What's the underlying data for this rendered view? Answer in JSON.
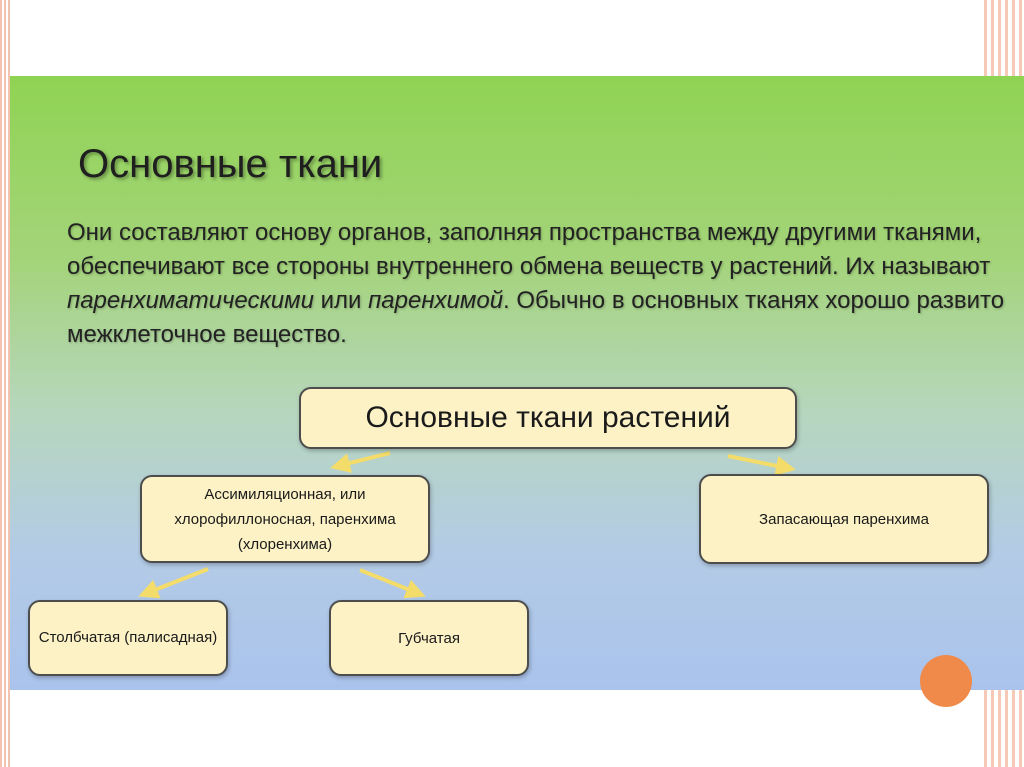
{
  "slide": {
    "title": "Основные ткани",
    "paragraph": {
      "part1": "Они составляют основу органов, заполняя пространства между другими тканями, обеспечивают все стороны внутреннего обмена веществ у растений. Их называют ",
      "em1": "паренхиматическими",
      "part2": " или ",
      "em2": "паренхимой",
      "part3": ". Обычно в основных тканях хорошо развито межклеточное вещество."
    }
  },
  "diagram": {
    "root": "Основные ткани растений",
    "assimilation": "Ассимиляционная, или хлорофиллоносная, паренхима (хлоренхима)",
    "storage": "Запасающая паренхима",
    "columnar": "Столбчатая (палисадная)",
    "spongy": "Губчатая"
  },
  "colors": {
    "arrow": "#f4dc6a",
    "node_fill": "#fcf2c6",
    "accent_dot": "#f08a4b"
  }
}
